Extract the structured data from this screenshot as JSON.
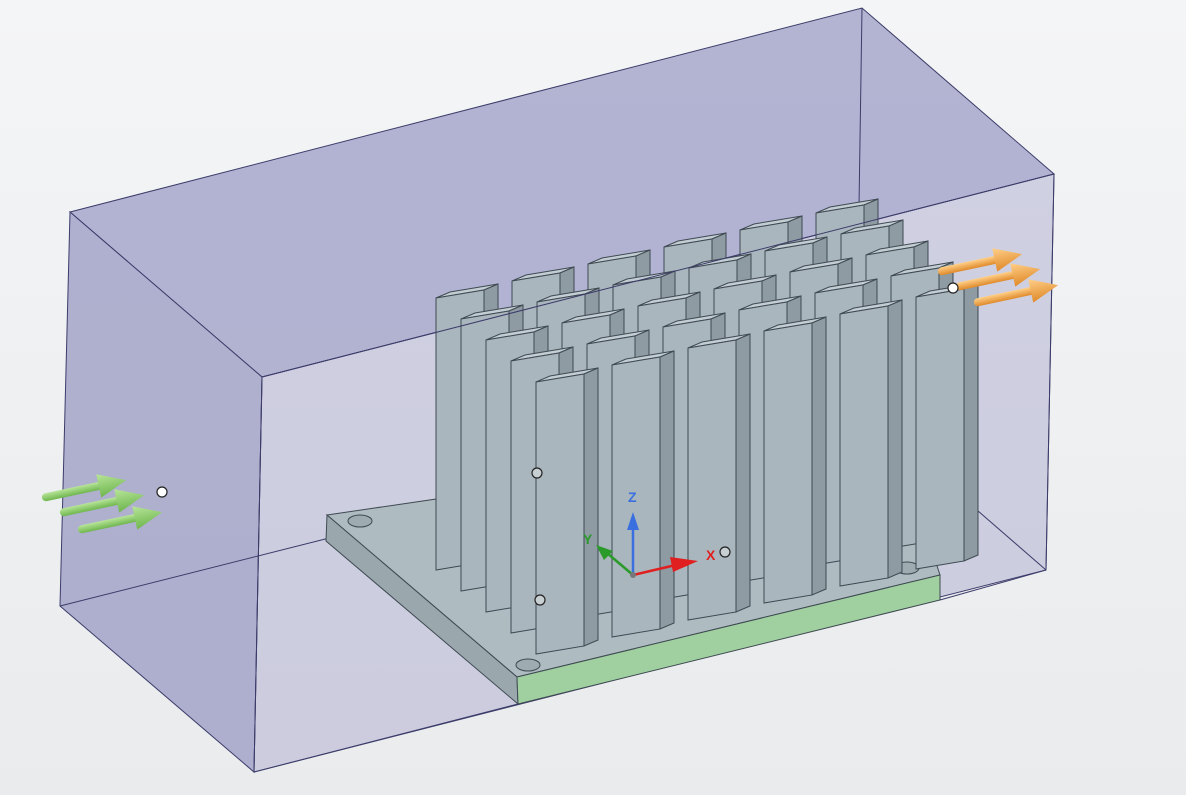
{
  "viewport": {
    "background_top": "#f4f5f6",
    "background_bottom": "#e9ebed"
  },
  "colors": {
    "domain_fill": "#8f8fc0",
    "domain_edge": "#3c3c6a",
    "fin_face": "#a9b6bd",
    "fin_top": "#c3ced4",
    "fin_side": "#8e9ba3",
    "fin_edge": "#3f4a52",
    "base_top": "#aebcc1",
    "base_front": "#a0d0a0",
    "axis_x": "#e02020",
    "axis_y": "#2a9a2a",
    "axis_z": "#3a6fe0",
    "inlet_arrow": "#8fcf6a",
    "outlet_arrow": "#f2a64a"
  },
  "triad": {
    "x_label": "X",
    "y_label": "Y",
    "z_label": "Z"
  },
  "icons": {
    "inlet": "inlet-flow-arrows-icon",
    "outlet": "outlet-flow-arrows-icon",
    "triad": "coordinate-triad-icon",
    "point": "point-marker-icon"
  }
}
